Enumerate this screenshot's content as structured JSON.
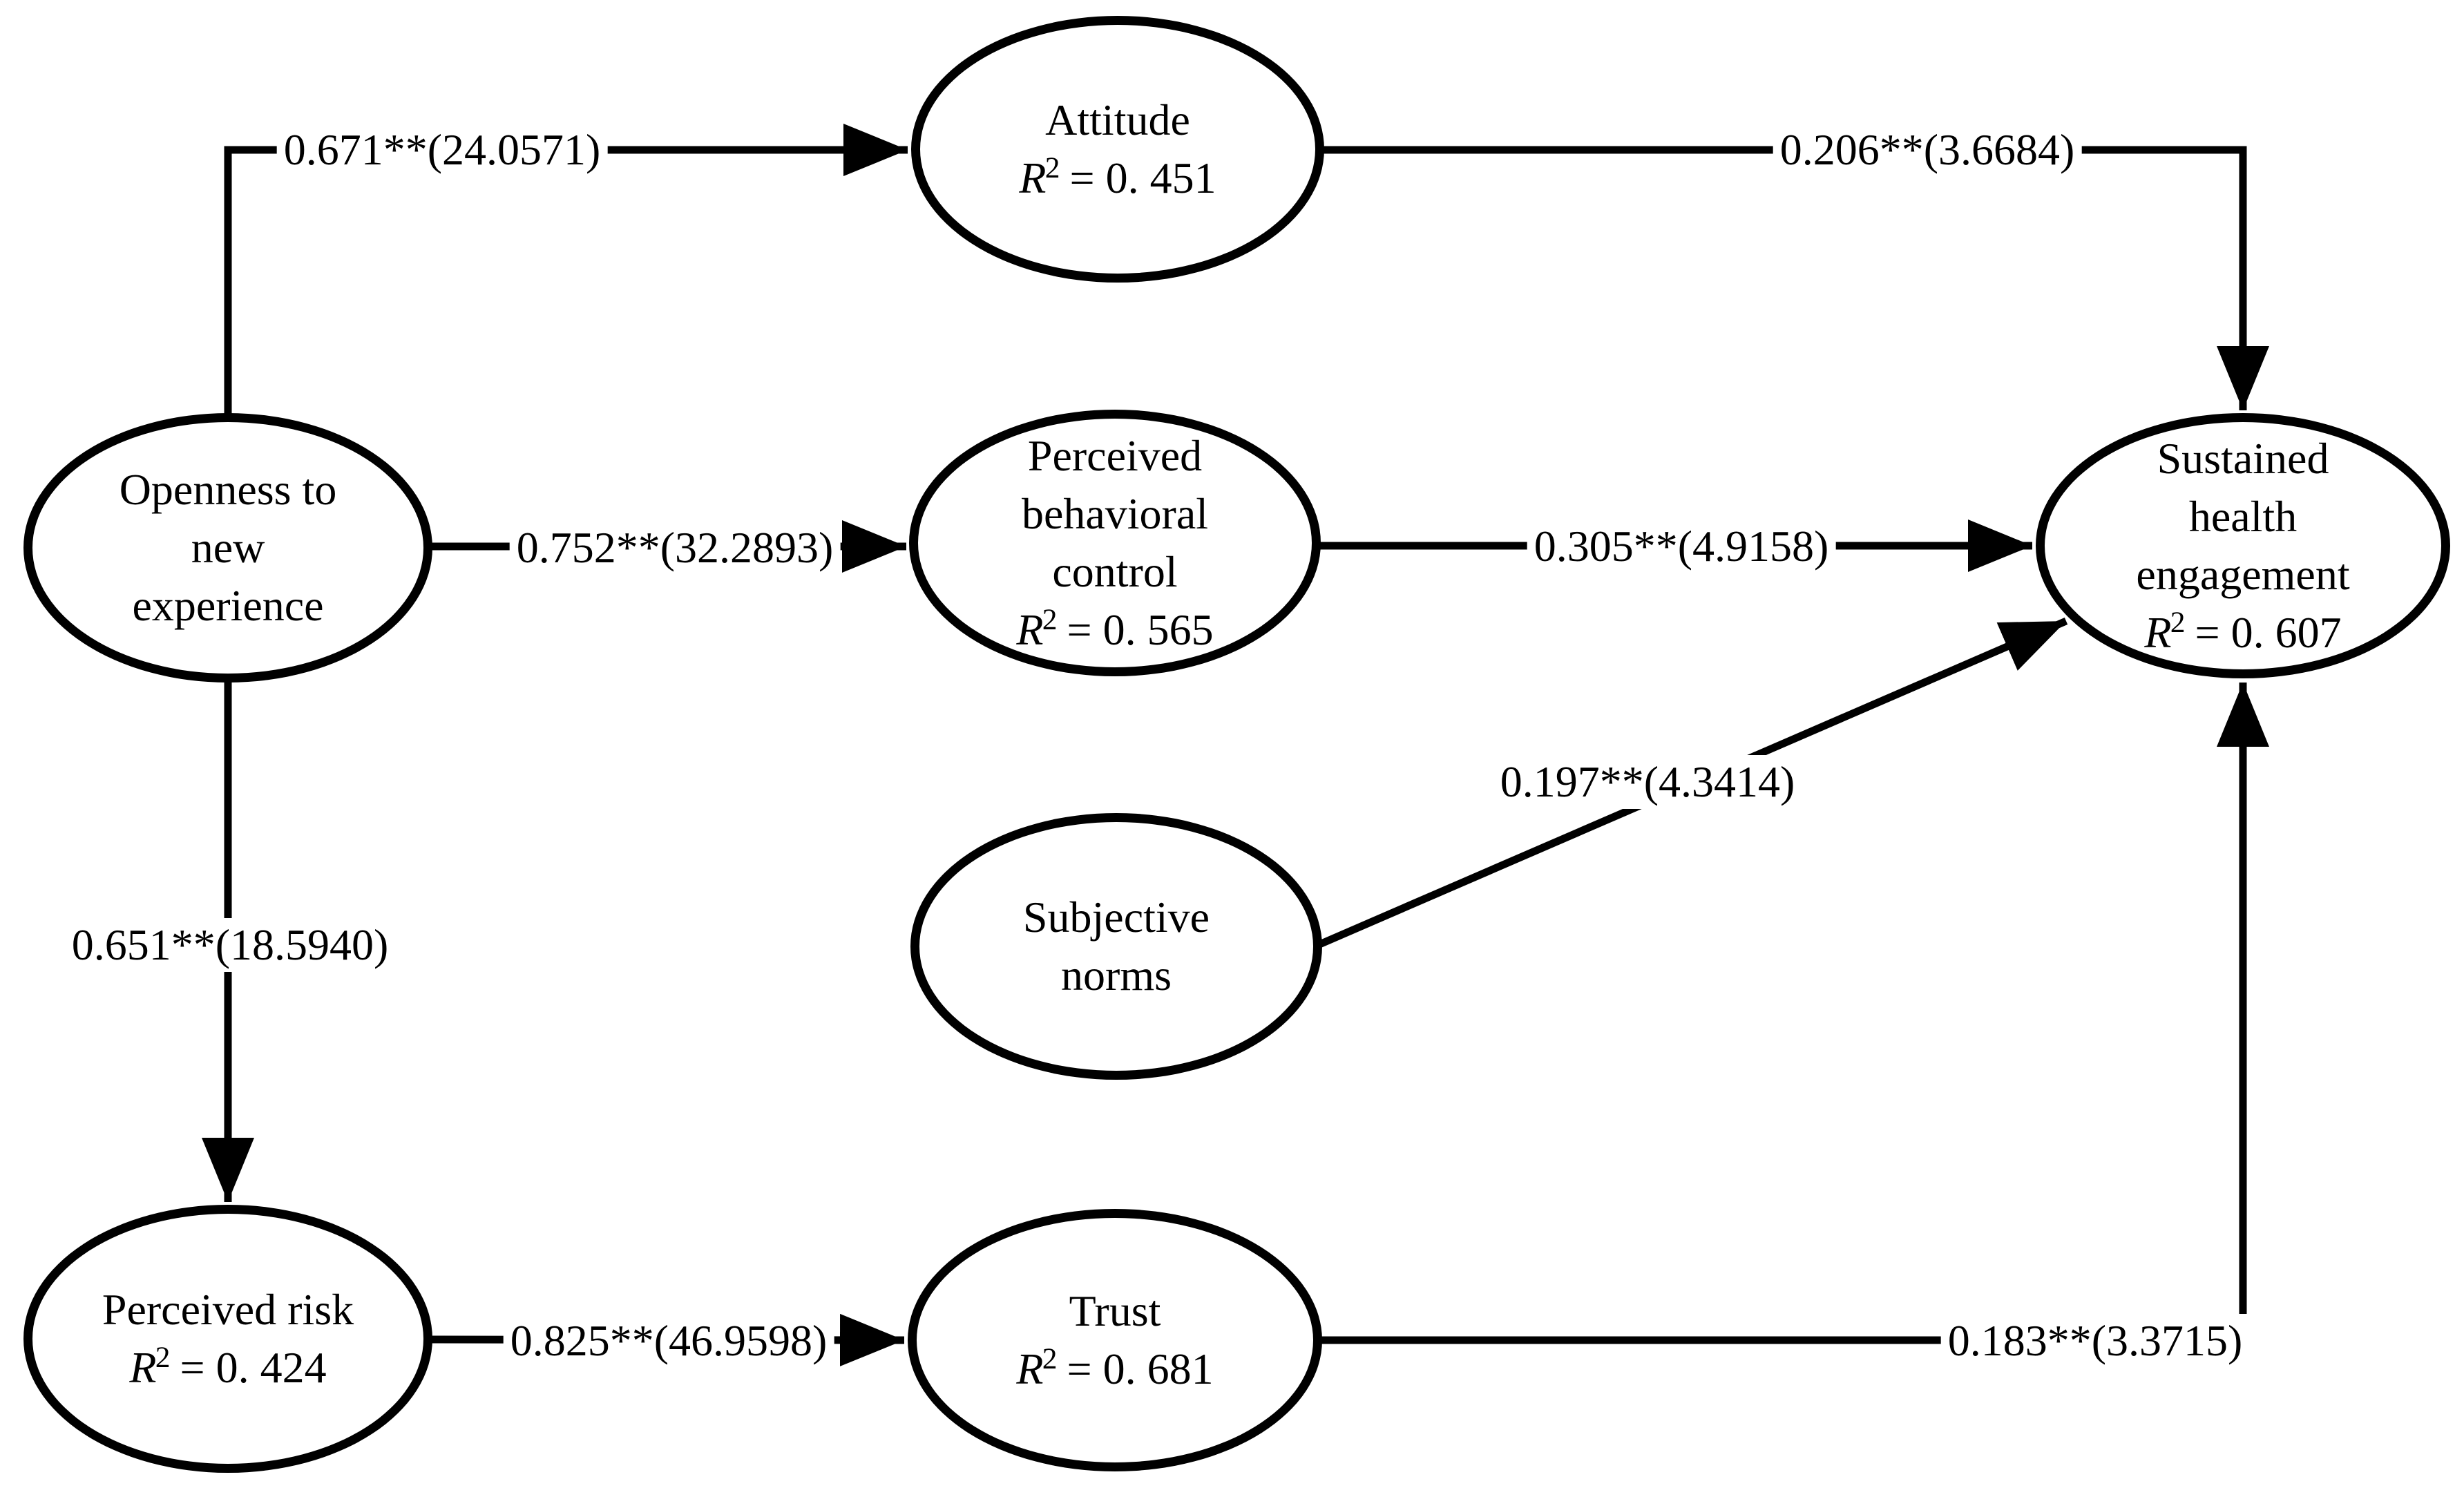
{
  "diagram": {
    "type": "sem-path-diagram",
    "background_color": "#ffffff",
    "stroke_color": "#000000",
    "nodes": [
      {
        "id": "openness",
        "name": "Openness to new experience",
        "lines": [
          "Openness to",
          "new",
          "experience"
        ]
      },
      {
        "id": "attitude",
        "name": "Attitude",
        "lines": [
          "Attitude"
        ],
        "r2": {
          "sym": "R",
          "sup": "2",
          "val": "= 0. 451"
        }
      },
      {
        "id": "pbc",
        "name": "Perceived behavioral control",
        "lines": [
          "Perceived",
          "behavioral",
          "control"
        ],
        "r2": {
          "sym": "R",
          "sup": "2",
          "val": "= 0. 565"
        }
      },
      {
        "id": "subjnorms",
        "name": "Subjective norms",
        "lines": [
          "Subjective",
          "norms"
        ]
      },
      {
        "id": "sustained",
        "name": "Sustained health engagement",
        "lines": [
          "Sustained",
          "health",
          "engagement"
        ],
        "r2": {
          "sym": "R",
          "sup": "2",
          "val": "= 0. 607"
        }
      },
      {
        "id": "risk",
        "name": "Perceived risk",
        "lines": [
          "Perceived risk"
        ],
        "r2": {
          "sym": "R",
          "sup": "2",
          "val": "= 0. 424"
        }
      },
      {
        "id": "trust",
        "name": "Trust",
        "lines": [
          "Trust"
        ],
        "r2": {
          "sym": "R",
          "sup": "2",
          "val": "= 0. 681"
        }
      }
    ],
    "edges": [
      {
        "from": "openness",
        "to": "attitude",
        "label": "0.671**(24.0571)"
      },
      {
        "from": "attitude",
        "to": "sustained",
        "label": "0.206**(3.6684)"
      },
      {
        "from": "openness",
        "to": "pbc",
        "label": "0.752**(32.2893)"
      },
      {
        "from": "pbc",
        "to": "sustained",
        "label": "0.305**(4.9158)"
      },
      {
        "from": "subjnorms",
        "to": "sustained",
        "label": "0.197**(4.3414)"
      },
      {
        "from": "openness",
        "to": "risk",
        "label": "0.651**(18.5940)"
      },
      {
        "from": "risk",
        "to": "trust",
        "label": "0.825**(46.9598)"
      },
      {
        "from": "trust",
        "to": "sustained",
        "label": "0.183**(3.3715)"
      }
    ]
  }
}
